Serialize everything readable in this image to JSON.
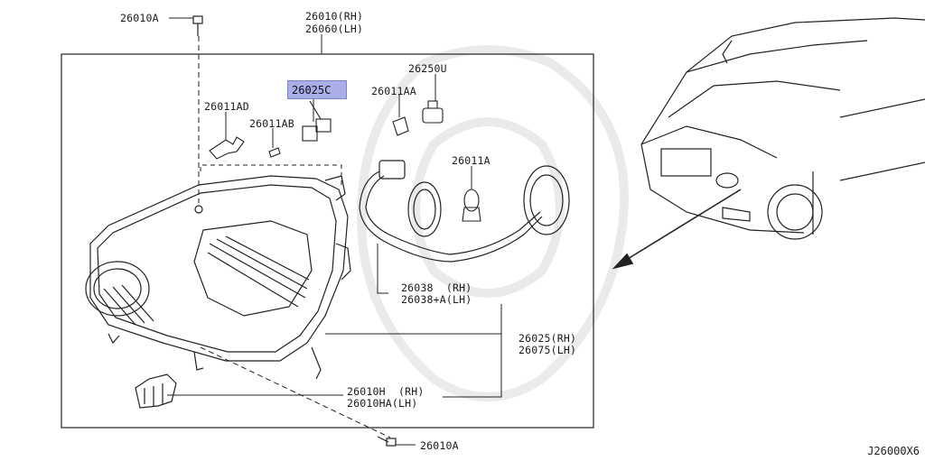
{
  "diagram": {
    "diagram_code": "J26000X6",
    "highlighted_part": "26025C",
    "labels": {
      "bolt_top": "26010A",
      "assembly_rh": "26010(RH)",
      "assembly_lh": "26060(LH)",
      "bulb_holder_u": "26250U",
      "bulb_ad": "26011AD",
      "bulb_ab": "26011AB",
      "bulb_aa": "26011AA",
      "bulb_a": "26011A",
      "harness_rh": "26038  (RH)",
      "harness_lh": "26038+A(LH)",
      "housing_rh": "26025(RH)",
      "housing_lh": "26075(LH)",
      "bracket_rh": "26010H  (RH)",
      "bracket_lh": "26010HA(LH)",
      "bolt_bottom": "26010A"
    }
  }
}
